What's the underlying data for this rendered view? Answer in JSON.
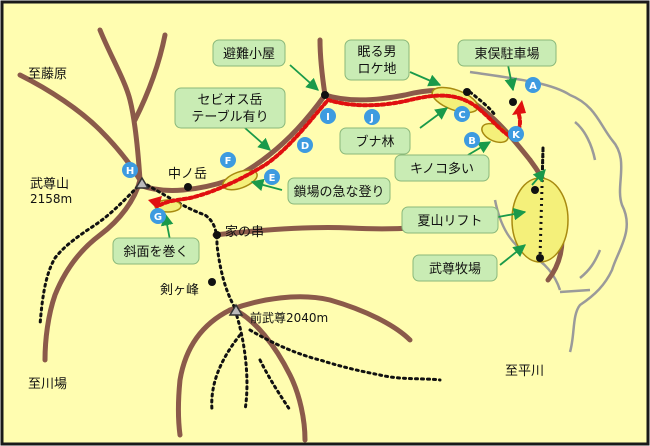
{
  "colors": {
    "background": "#fffdb0",
    "border": "#1a1a1a",
    "road": "#8b5a4a",
    "river": "#9a9a9a",
    "trail": "#111111",
    "route": "#e01010",
    "label_box": "#c9ecb4",
    "label_box_border": "#8ab87a",
    "highlight": "#f4f07a",
    "waypoint": "#3d9be0",
    "leader": "#1a9a4a"
  },
  "places": {
    "fujiwara": "至藤原",
    "kawaba": "至川場",
    "hirakawa": "至平川",
    "hotakayama_name": "武尊山",
    "hotakayama_elev": "2158m",
    "nakanodake": "中ノ岳",
    "ienokushi": "家の串",
    "tsurugigamine": "剣ヶ峰",
    "maehotaka": "前武尊2040m"
  },
  "callouts": {
    "hinangoya": "避難小屋",
    "nemuru_otoko_1": "眠る男",
    "nemuru_otoko_2": "ロケ地",
    "higashimata": "東俣駐車場",
    "sebiosu_1": "セビオス岳",
    "sebiosu_2": "テーブル有り",
    "buna": "ブナ林",
    "kinoko": "キノコ多い",
    "kusariba": "鎖場の急な登り",
    "natsuyama": "夏山リフト",
    "bokujo": "武尊牧場",
    "shamen": "斜面を巻く"
  },
  "waypoints": {
    "A": "A",
    "B": "B",
    "C": "C",
    "D": "D",
    "E": "E",
    "F": "F",
    "G": "G",
    "H": "H",
    "I": "I",
    "J": "J",
    "K": "K"
  }
}
